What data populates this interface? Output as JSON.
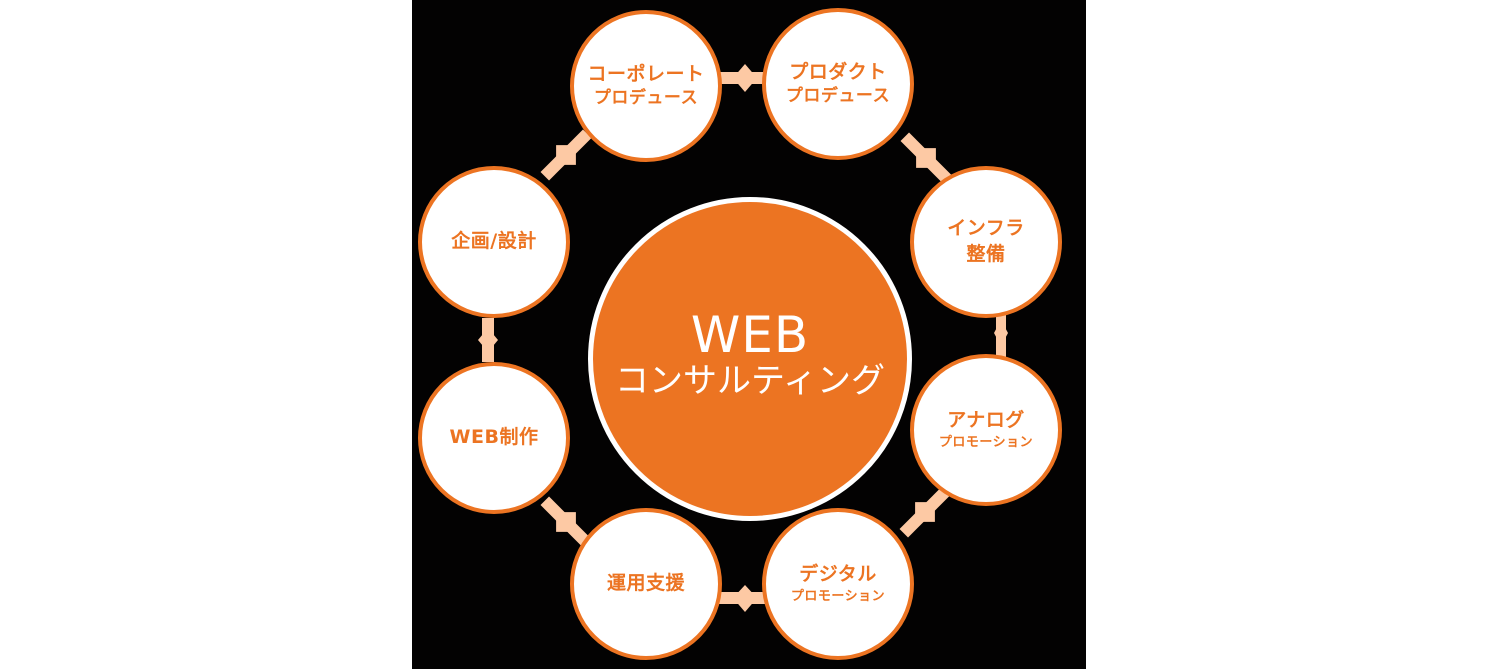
{
  "colors": {
    "background": "#ffffff",
    "panel": "#030202",
    "accent": "#ec7422",
    "connector": "#fdc9a4",
    "node_fill": "#ffffff"
  },
  "hub": {
    "title": "WEB",
    "subtitle": "コンサルティング"
  },
  "nodes": [
    {
      "id": "corporate",
      "line1": "コーポレート",
      "line2": "プロデュース"
    },
    {
      "id": "product",
      "line1": "プロダクト",
      "line2": "プロデュース"
    },
    {
      "id": "infra",
      "line1": "インフラ",
      "line2": "整備"
    },
    {
      "id": "analog",
      "line1": "アナログ",
      "line2": "プロモーション"
    },
    {
      "id": "digital",
      "line1": "デジタル",
      "line2": "プロモーション"
    },
    {
      "id": "operation",
      "line1": "運用支援",
      "line2": ""
    },
    {
      "id": "webdev",
      "line1": "WEB制作",
      "line2": ""
    },
    {
      "id": "planning",
      "line1": "企画/設計",
      "line2": ""
    }
  ],
  "connectors": [
    {
      "from": "corporate",
      "to": "product"
    },
    {
      "from": "product",
      "to": "infra"
    },
    {
      "from": "infra",
      "to": "analog"
    },
    {
      "from": "analog",
      "to": "digital"
    },
    {
      "from": "digital",
      "to": "operation"
    },
    {
      "from": "operation",
      "to": "webdev"
    },
    {
      "from": "webdev",
      "to": "planning"
    },
    {
      "from": "planning",
      "to": "corporate"
    }
  ]
}
